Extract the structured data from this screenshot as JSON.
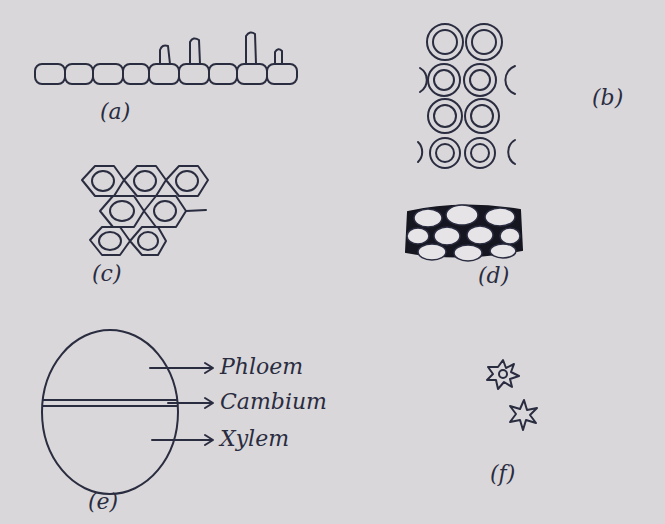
{
  "diagram": {
    "labels": [
      "(a)",
      "(b)",
      "(c)",
      "(d)",
      "Phloem",
      "Cambium",
      "Xylem",
      "(e)",
      "(f)"
    ]
  }
}
